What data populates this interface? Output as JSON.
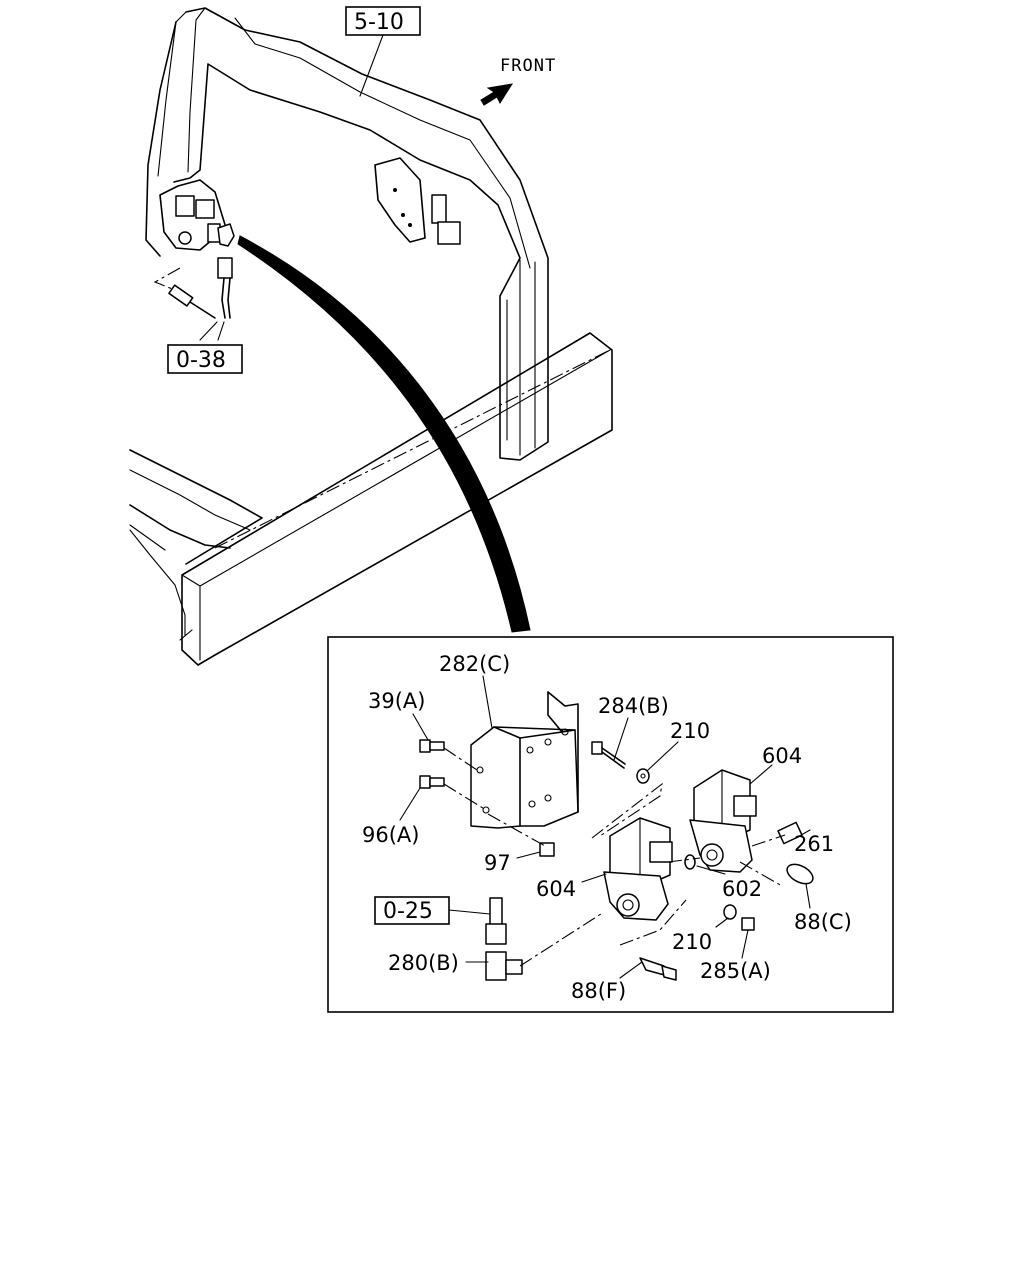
{
  "refs": {
    "frame_ref": "5-10",
    "hose_ref": "0-38",
    "pipe_ref": "0-25"
  },
  "direction_label": "FRONT",
  "callouts": {
    "bracket": "282(C)",
    "bolt_a": "39(A)",
    "bolt_b": "284(B)",
    "washer_top": "210",
    "valve_right": "604",
    "bolt_c": "96(A)",
    "plug": "261",
    "nut": "97",
    "valve_left": "604",
    "oring": "602",
    "connector_c": "88(C)",
    "washer_bottom": "210",
    "nut_a": "285(A)",
    "elbow": "280(B)",
    "connector_f": "88(F)"
  }
}
